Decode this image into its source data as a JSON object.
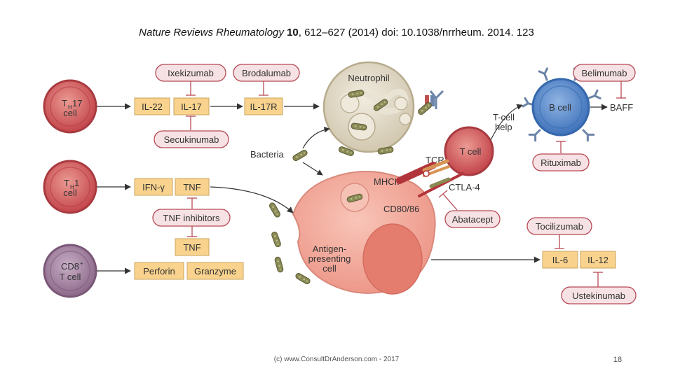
{
  "citation": {
    "journal": "Nature Reviews Rheumatology",
    "volume": "10",
    "pages": ", 612–627 (2014) doi: 10.1038/nrrheum. 2014. 123"
  },
  "cells": {
    "th17_a": "T",
    "th17_b": "H",
    "th17_c": "17",
    "th17_d": "cell",
    "th1_a": "T",
    "th1_b": "H",
    "th1_c": "1",
    "th1_d": "cell",
    "cd8_a": "CD8",
    "cd8_b": "+",
    "cd8_c": "T cell",
    "neutrophil": "Neutrophil",
    "b_cell": "B cell",
    "t_cell": "T cell",
    "apc_1": "Antigen-",
    "apc_2": "presenting",
    "apc_3": "cell"
  },
  "cytokines": {
    "il22": "IL-22",
    "il17": "IL-17",
    "il17r": "IL-17R",
    "ifng": "IFN-γ",
    "tnf1": "TNF",
    "tnf2": "TNF",
    "perforin": "Perforin",
    "granzyme": "Granzyme",
    "il6": "IL-6",
    "il12": "IL-12",
    "baff": "BAFF"
  },
  "drugs": {
    "ixekizumab": "Ixekizumab",
    "brodalumab": "Brodalumab",
    "secukinumab": "Secukinumab",
    "tnf_inhibitors": "TNF inhibitors",
    "belimumab": "Belimumab",
    "rituximab": "Rituximab",
    "abatacept": "Abatacept",
    "tocilizumab": "Tocilizumab",
    "ustekinumab": "Ustekinumab"
  },
  "labels": {
    "bacteria": "Bacteria",
    "tcr": "TCR",
    "mhcii": "MHCII",
    "ctla4": "CTLA-4",
    "cd80": "CD80/86",
    "tcell_help_1": "T-cell",
    "tcell_help_2": "help"
  },
  "footer": "(c) www.ConsultDrAnderson.com - 2017",
  "page_number": "18",
  "colors": {
    "red_cell": "#c9494e",
    "purple_cell": "#8e6a8c",
    "neutrophil": "#ddd6c3",
    "b_cell": "#4a7bc0",
    "apc": "#f0a79a",
    "cytokine_box": "#f9d38e",
    "drug_pill": "#f6e2e4"
  }
}
